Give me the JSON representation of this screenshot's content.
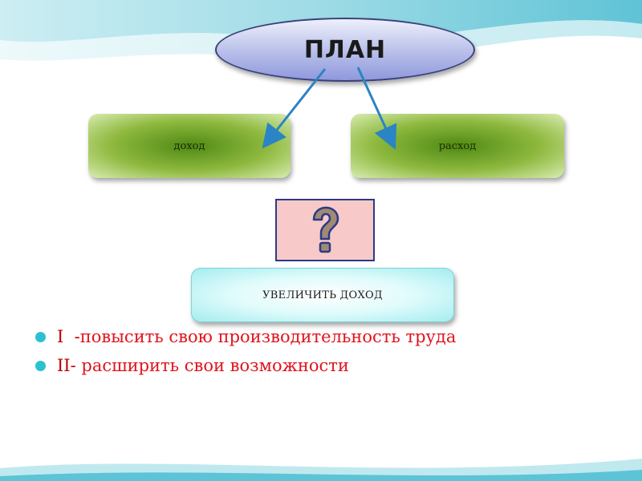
{
  "plan": {
    "title": "ПЛАН"
  },
  "boxes": {
    "income": "доход",
    "expense": "расход",
    "result": "УВЕЛИЧИТЬ ДОХОД"
  },
  "question": {
    "icon": "question-mark-icon",
    "fill": "#f7c9c9",
    "glyph_color": "#a08a73"
  },
  "bullets": [
    {
      "num": "I  -",
      "text": "повысить свою производительность труда"
    },
    {
      "num": "II- ",
      "text": "расширить свои возможности"
    }
  ],
  "colors": {
    "accent": "#2cc1cf",
    "text_red": "#e0141e",
    "arrow": "#2b84c3",
    "ellipse_border": "#39407a",
    "box_border": "#2d3a85"
  }
}
